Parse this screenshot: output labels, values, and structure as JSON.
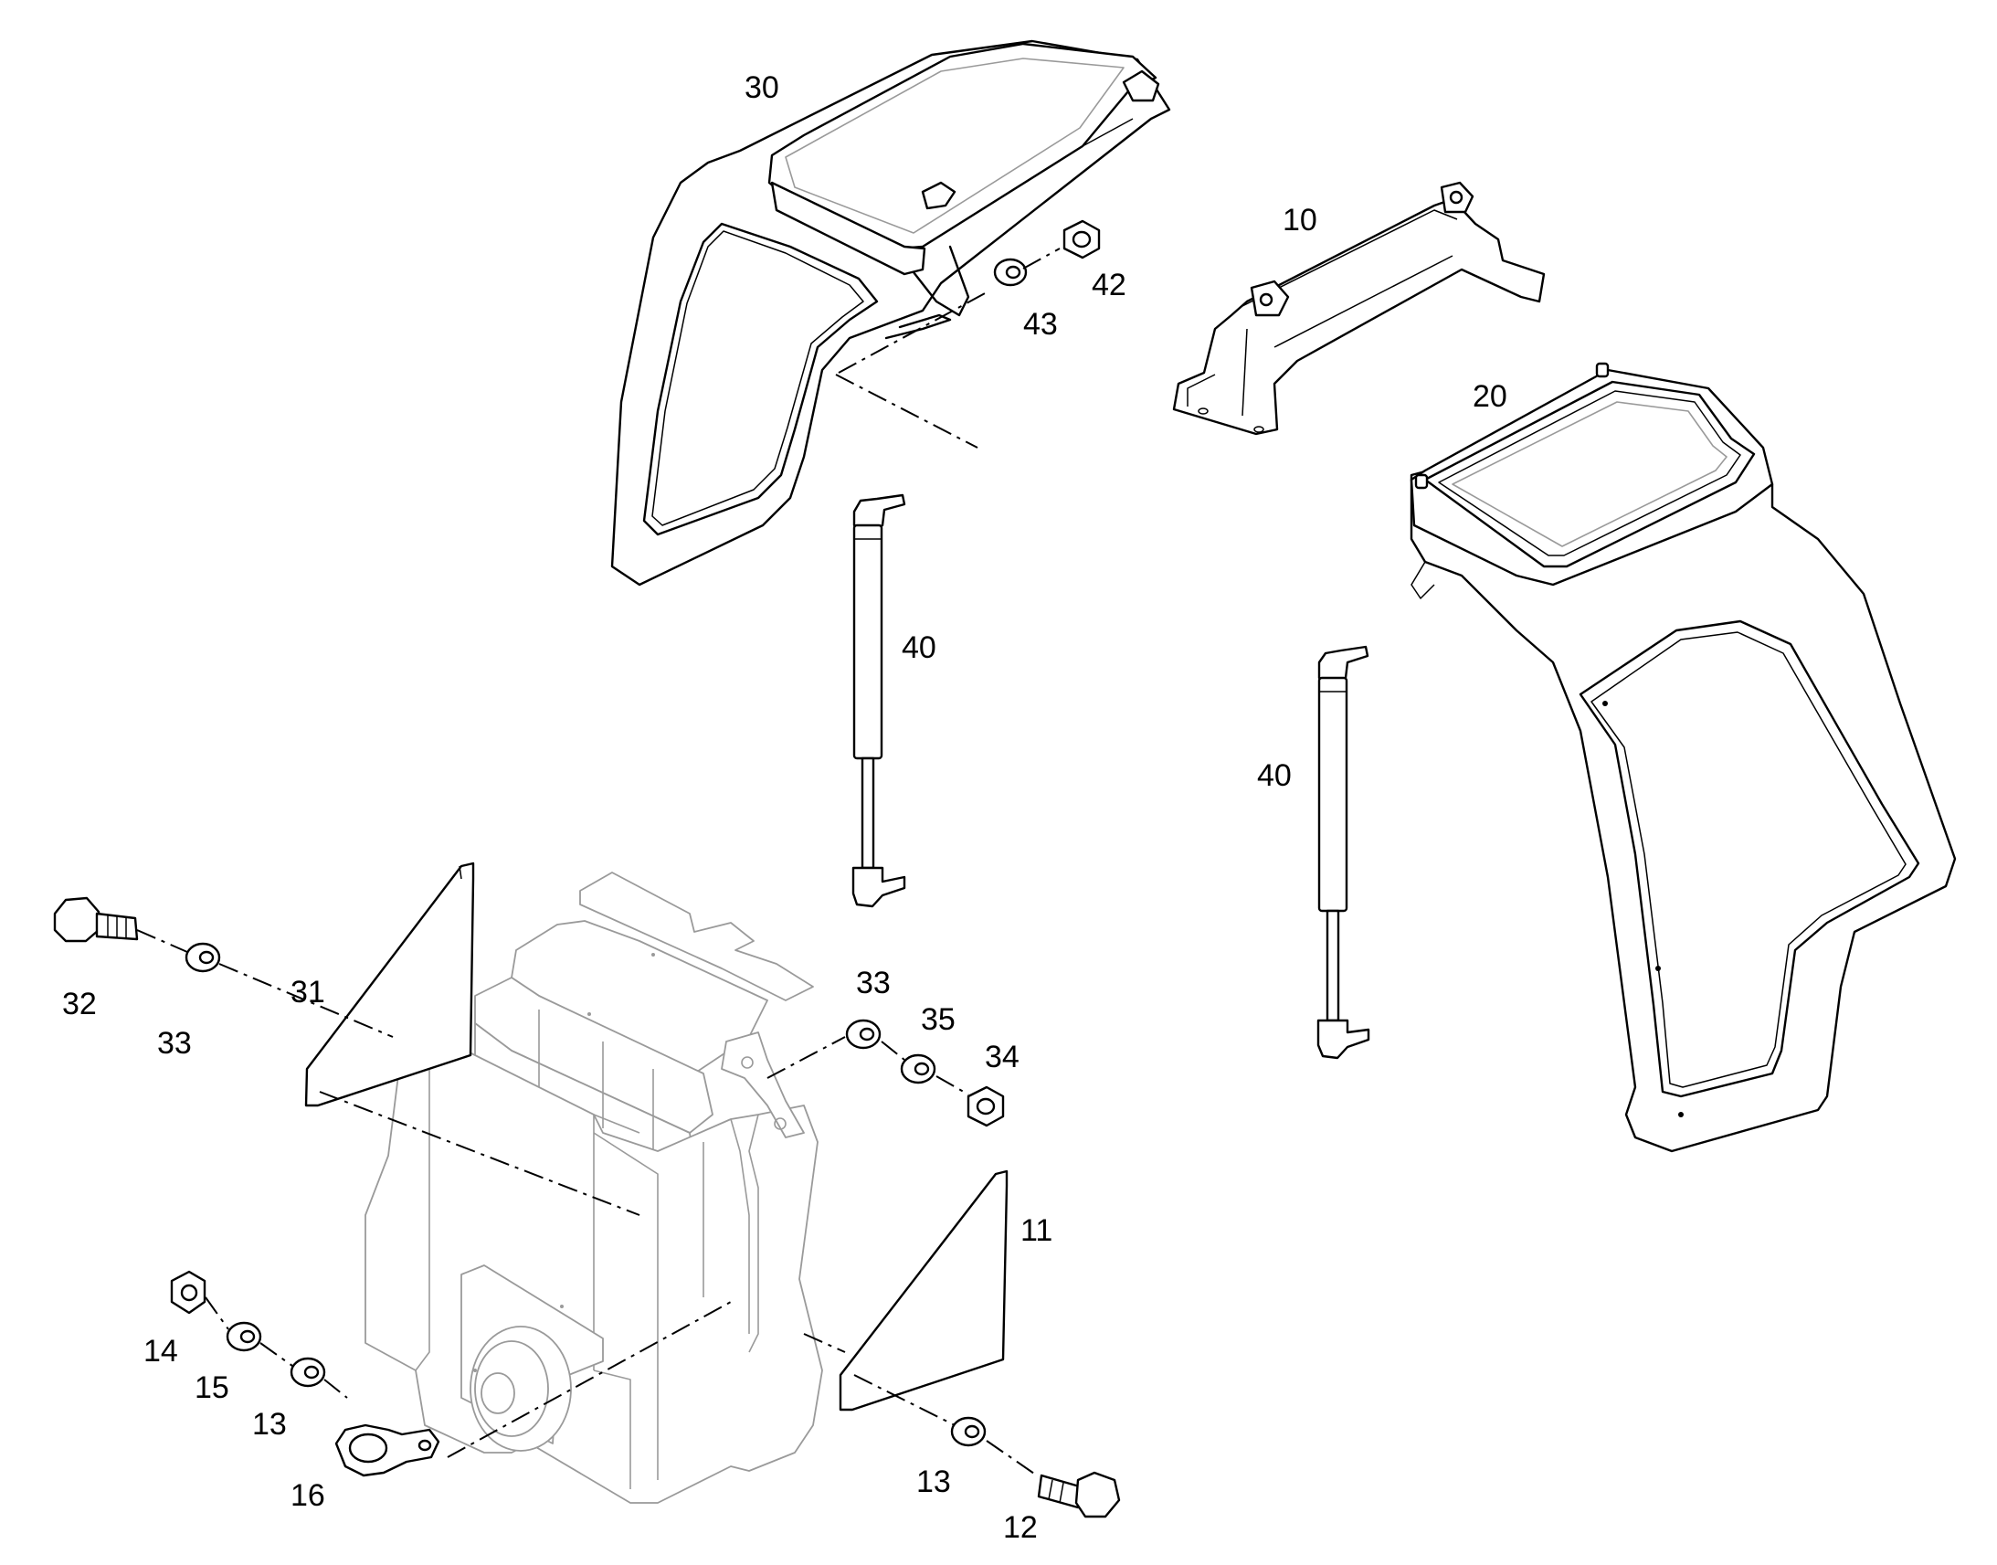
{
  "callouts": {
    "c30": "30",
    "c10": "10",
    "c42": "42",
    "c43": "43",
    "c20": "20",
    "c40a": "40",
    "c40b": "40",
    "c31": "31",
    "c32": "32",
    "c33a": "33",
    "c33b": "33",
    "c35": "35",
    "c34": "34",
    "c11": "11",
    "c14": "14",
    "c15": "15",
    "c13a": "13",
    "c16": "16",
    "c13b": "13",
    "c12": "12"
  }
}
